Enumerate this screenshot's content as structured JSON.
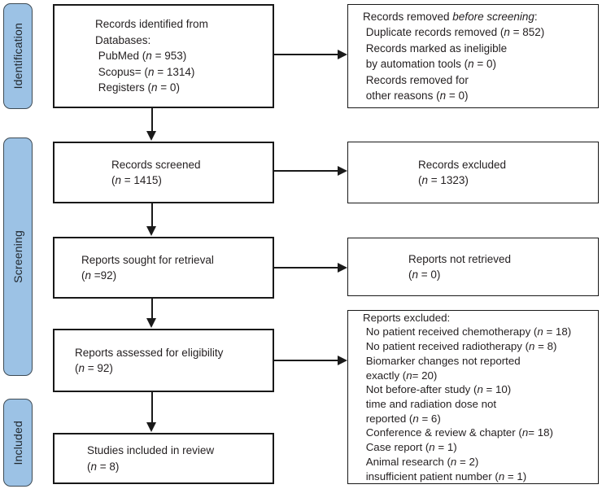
{
  "flow": {
    "stages": [
      {
        "label": "Identification"
      },
      {
        "label": "Screening"
      },
      {
        "label": "Included"
      }
    ],
    "boxes": {
      "identified": {
        "lines": [
          "Records identified from",
          "Databases:",
          " PubMed (*n* = 953)",
          " Scopus= (*n* = 1314)",
          " Registers (*n* = 0)"
        ]
      },
      "removed": {
        "lines": [
          "Records removed *before screening*:",
          " Duplicate records removed (*n* = 852)",
          " Records marked as ineligible",
          " by automation tools (*n* = 0)",
          " Records removed for",
          " other reasons (*n* = 0)"
        ]
      },
      "screened": {
        "lines": [
          "Records screened",
          "(*n* = 1415)"
        ]
      },
      "excluded": {
        "lines": [
          "Records excluded",
          "(*n* = 1323)"
        ]
      },
      "sought": {
        "lines": [
          "Reports sought for retrieval",
          "(*n* =92)"
        ]
      },
      "not_retrieved": {
        "lines": [
          "Reports not retrieved",
          "(*n* = 0)"
        ]
      },
      "assessed": {
        "lines": [
          "Reports assessed for eligibility",
          "(*n* = 92)"
        ]
      },
      "reports_excluded": {
        "lines": [
          "Reports excluded:",
          " No patient received chemotherapy (*n* = 18)",
          " No patient received radiotherapy (*n* = 8)",
          " Biomarker changes not reported",
          " exactly (*n*= 20)",
          " Not before-after study (*n* = 10)",
          " time and radiation dose not",
          " reported (*n* = 6)",
          " Conference & review & chapter (*n*= 18)",
          " Case report (*n* = 1)",
          " Animal research (*n* = 2)",
          " insufficient patient number (*n* = 1)"
        ]
      },
      "included_review": {
        "lines": [
          "Studies included in review",
          "(*n* = 8)"
        ]
      }
    },
    "colors": {
      "stage_fill": "#9cc2e5",
      "stage_border": "#3e4b55",
      "box_border": "#181818",
      "arrow": "#1a1a1a",
      "text": "#231f20",
      "background": "#ffffff"
    }
  }
}
